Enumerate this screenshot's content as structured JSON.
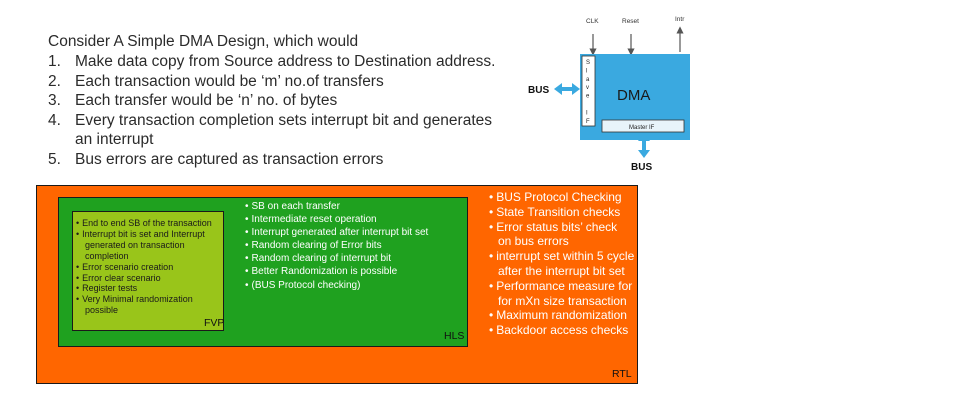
{
  "intro": {
    "heading": "Consider A Simple DMA Design, which would",
    "items": [
      {
        "num": "1.",
        "lines": [
          "Make data copy from Source address to Destination address."
        ]
      },
      {
        "num": "2.",
        "lines": [
          "Each transaction would be ‘m’ no.of transfers"
        ]
      },
      {
        "num": "3.",
        "lines": [
          "Each transfer would be ‘n’ no. of bytes"
        ]
      },
      {
        "num": "4.",
        "lines": [
          "Every transaction completion sets interrupt bit and generates",
          "an interrupt"
        ]
      },
      {
        "num": "5.",
        "lines": [
          "Bus errors are captured as transaction errors"
        ]
      }
    ]
  },
  "dma_diagram": {
    "title": "DMA",
    "clk_label": "CLK",
    "reset_label": "Reset",
    "intr_label": "Intr",
    "slave_if_chars": [
      "S",
      "l",
      "a",
      "v",
      "e",
      "",
      "I",
      "F"
    ],
    "master_if_label": "Master IF",
    "bus_left_label": "BUS",
    "bus_bottom_label": "BUS",
    "colors": {
      "block": "#3aa9e0",
      "arrow": "#3aa9e0",
      "pin_arrow": "#555555"
    }
  },
  "levels": {
    "fvp": {
      "label": "FVP",
      "items": [
        [
          "End to end SB of the transaction"
        ],
        [
          "Interrupt bit is set and Interrupt",
          "generated on transaction",
          "completion"
        ],
        [
          "Error scenario creation"
        ],
        [
          "Error clear scenario"
        ],
        [
          "Register tests"
        ],
        [
          "Very Minimal randomization",
          "possible"
        ]
      ]
    },
    "hls": {
      "label": "HLS",
      "items": [
        "SB on each transfer",
        "Intermediate reset operation",
        "Interrupt generated after interrupt bit set",
        "Random clearing of Error bits",
        "Random clearing of interrupt bit",
        "Better Randomization is possible",
        "(BUS Protocol checking)"
      ]
    },
    "rtl": {
      "label": "RTL",
      "items": [
        [
          "BUS Protocol Checking"
        ],
        [
          "State Transition checks"
        ],
        [
          "Error status bits’ check",
          "on bus errors"
        ],
        [
          "interrupt set within 5 cycle",
          "after the interrupt bit set"
        ],
        [
          "Performance measure for",
          "for mXn size transaction"
        ],
        [
          "Maximum randomization"
        ],
        [
          "Backdoor access checks"
        ]
      ]
    },
    "colors": {
      "rtl": "#ff6600",
      "hls": "#1fa11f",
      "fvp": "#99c51a"
    }
  }
}
